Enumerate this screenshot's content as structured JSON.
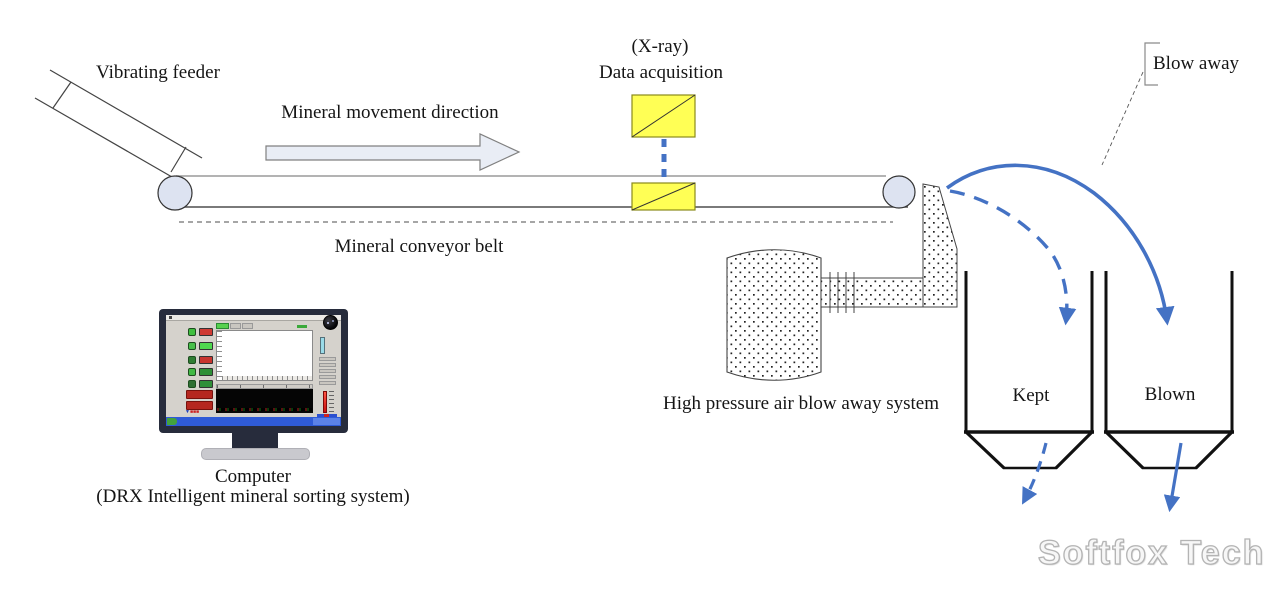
{
  "diagram": {
    "labels": {
      "vibrating_feeder": "Vibrating feeder",
      "movement_direction": "Mineral movement direction",
      "xray_line1": "(X-ray)",
      "xray_line2": "Data acquisition",
      "conveyor_belt": "Mineral conveyor belt",
      "blow_away": "Blow away",
      "high_pressure_system": "High pressure air blow away system",
      "computer_line1": "Computer",
      "computer_line2": "(DRX Intelligent mineral sorting system)",
      "bin_kept": "Kept",
      "bin_blown": "Blown"
    },
    "watermark": "Softfox Tech",
    "colors": {
      "accent_blue": "#4472c4",
      "xray_box_yellow": "#ffff55",
      "roller_fill": "#dde3f1",
      "arrow_fill": "#e9edf5",
      "bin_stroke": "#111111",
      "watermark_gray": "#b4b4b4",
      "monitor_frame": "#272c3c",
      "taskbar_blue": "#2f5bd7"
    }
  }
}
